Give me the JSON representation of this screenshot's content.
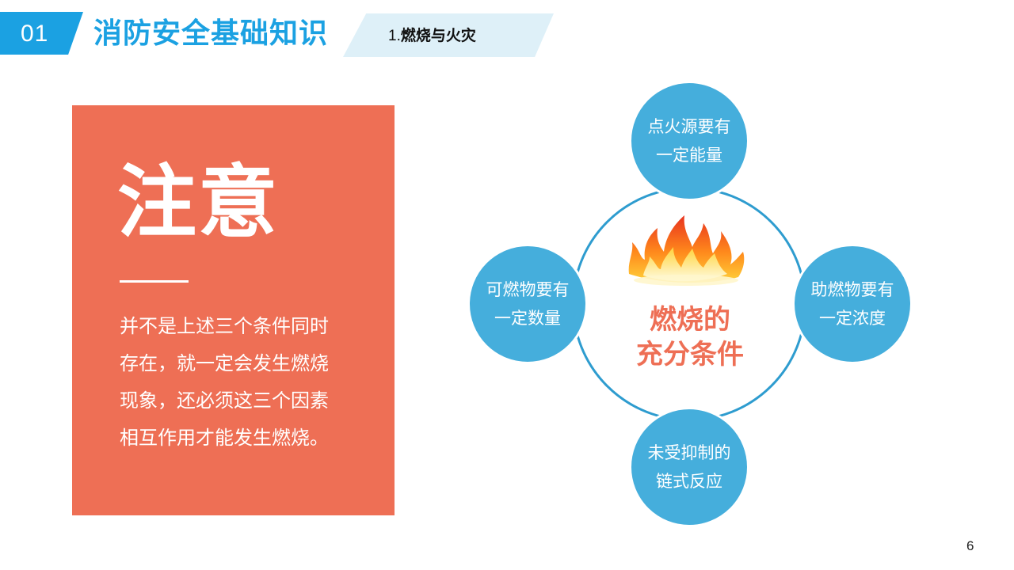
{
  "header": {
    "section_number": "01",
    "title": "消防安全基础知识",
    "subtitle_number": "1.",
    "subtitle": "燃烧与火灾"
  },
  "note": {
    "title": "注意",
    "body_lines": [
      "并不是上述三个条件同时",
      "存在，就一定会发生燃烧",
      "现象，还必须这三个因素",
      "相互作用才能发生燃烧。"
    ]
  },
  "diagram": {
    "center_lines": [
      "燃烧的",
      "充分条件"
    ],
    "nodes": {
      "top": [
        "点火源要有",
        "一定能量"
      ],
      "left": [
        "可燃物要有",
        "一定数量"
      ],
      "right": [
        "助燃物要有",
        "一定浓度"
      ],
      "bottom": [
        "未受抑制的",
        "链式反应"
      ]
    }
  },
  "page_number": "6",
  "colors": {
    "accent_blue": "#1ba1e2",
    "panel_coral": "#ee6f55",
    "circle_blue": "#45aedc",
    "subtab_bg": "#def0f8"
  },
  "icons": [
    "flame-icon"
  ]
}
